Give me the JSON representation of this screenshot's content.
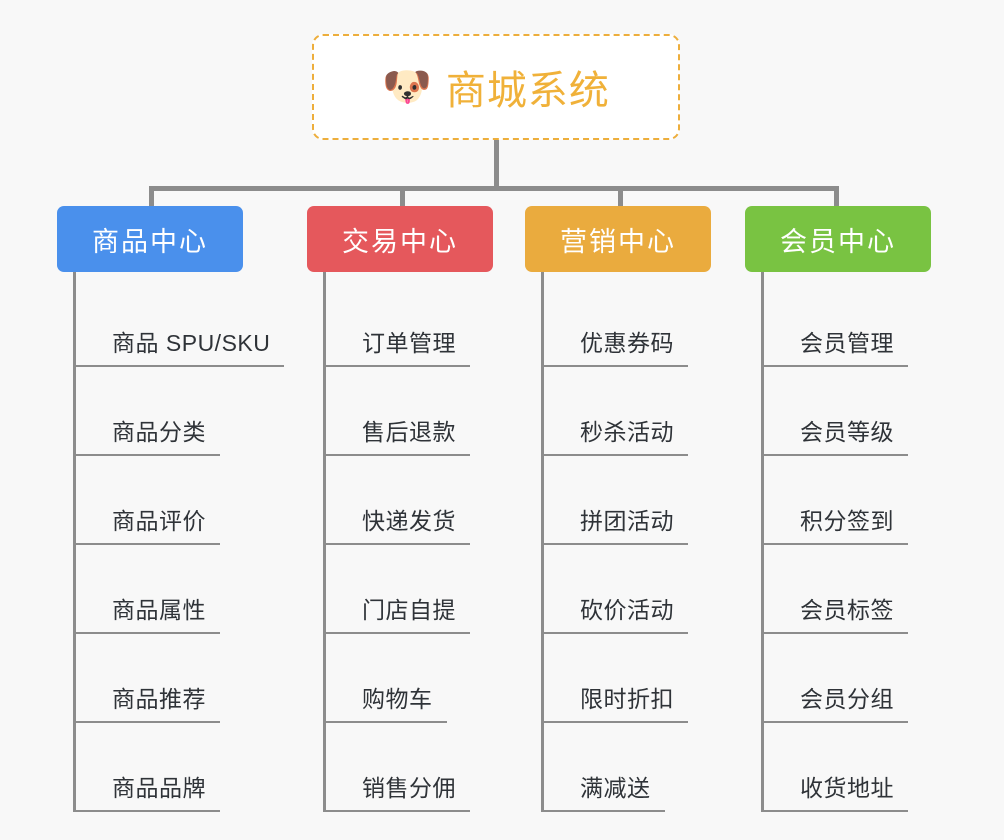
{
  "background_color": "#f8f8f8",
  "root": {
    "icon": "shiba-dog-emoji",
    "emoji": "🐶",
    "title": "商城系统",
    "text_color": "#f0b139",
    "border_color": "#edae3c",
    "background": "#ffffff"
  },
  "line_color": "#8c8c8c",
  "categories": [
    {
      "name": "商品中心",
      "color": "#4a90ec",
      "items": [
        "商品 SPU/SKU",
        "商品分类",
        "商品评价",
        "商品属性",
        "商品推荐",
        "商品品牌"
      ]
    },
    {
      "name": "交易中心",
      "color": "#e5585c",
      "items": [
        "订单管理",
        "售后退款",
        "快递发货",
        "门店自提",
        "购物车",
        "销售分佣"
      ]
    },
    {
      "name": "营销中心",
      "color": "#eaab3e",
      "items": [
        "优惠券码",
        "秒杀活动",
        "拼团活动",
        "砍价活动",
        "限时折扣",
        "满减送"
      ]
    },
    {
      "name": "会员中心",
      "color": "#79c342",
      "items": [
        "会员管理",
        "会员等级",
        "积分签到",
        "会员标签",
        "会员分组",
        "收货地址"
      ]
    }
  ]
}
